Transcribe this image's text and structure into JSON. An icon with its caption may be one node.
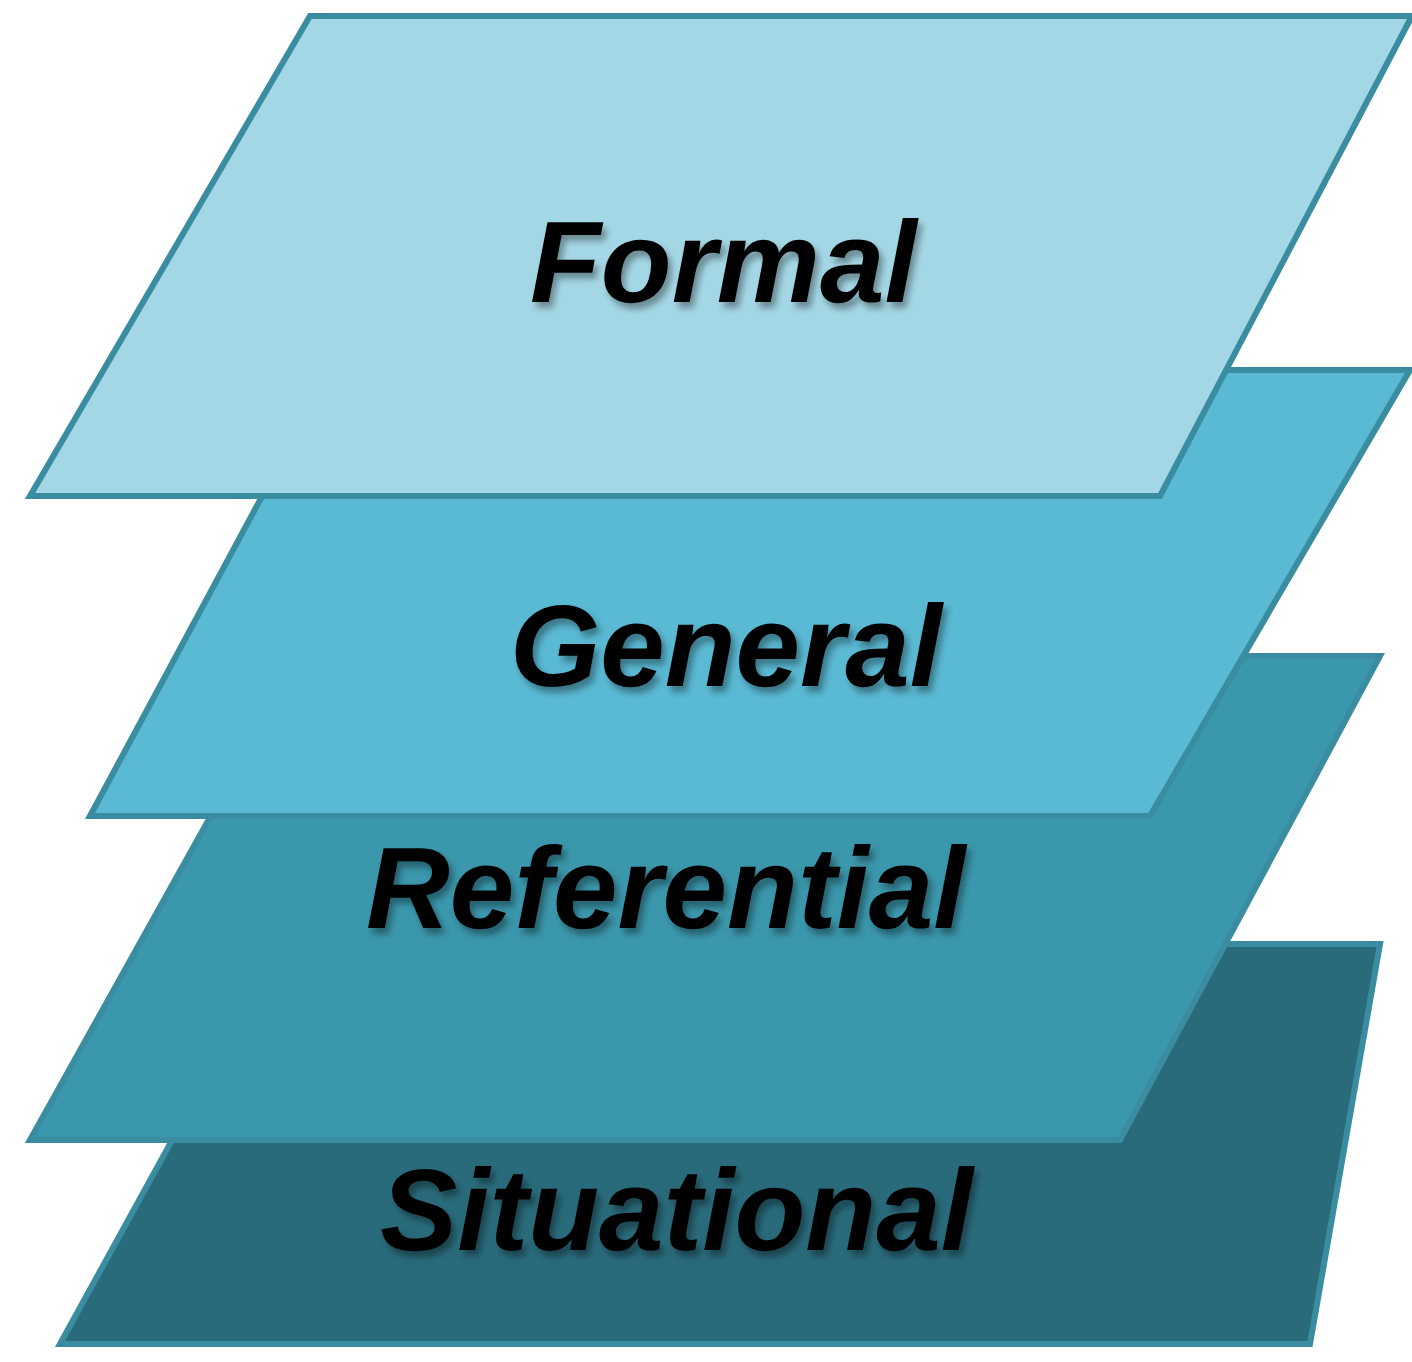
{
  "diagram": {
    "nodes": [
      {
        "text": [
          "Formal"
        ]
      },
      {
        "text": [
          "General"
        ]
      },
      {
        "text": [
          "Referential"
        ]
      },
      {
        "text": [
          "Situational"
        ]
      }
    ]
  }
}
